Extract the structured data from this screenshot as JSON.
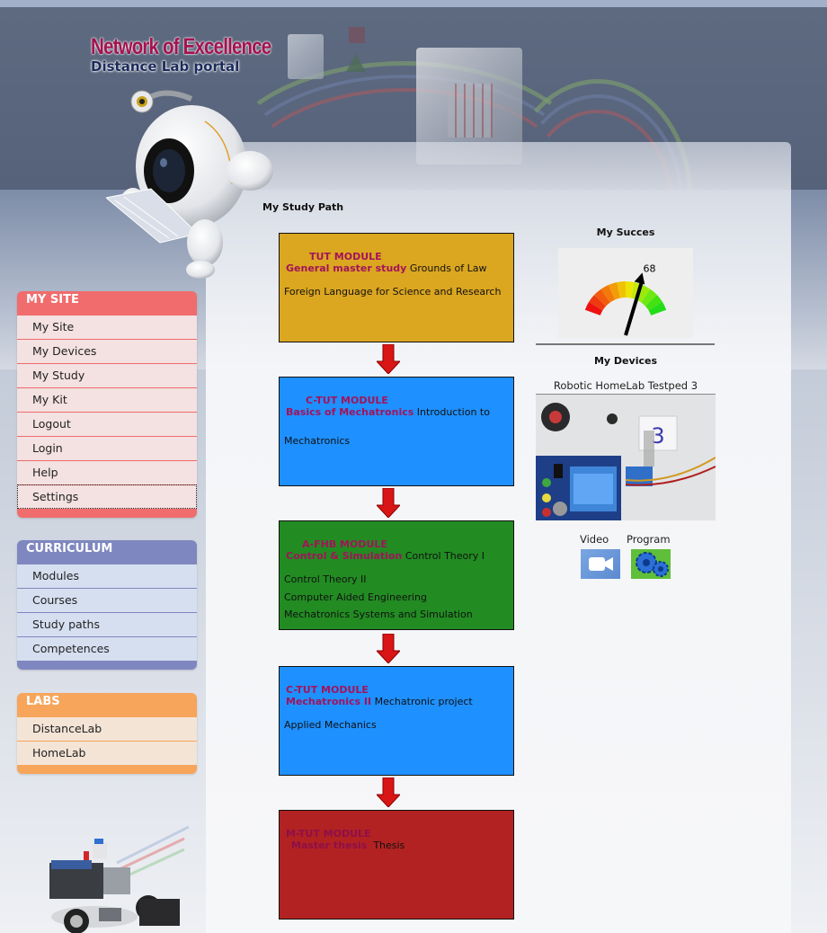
{
  "header": {
    "logo_line1": "Network of Excellence",
    "logo_line2": "Distance Lab portal"
  },
  "page": {
    "title": "My Study Path"
  },
  "sidebar": {
    "mysite": {
      "heading": "MY SITE",
      "color": "#f16c6c",
      "items": [
        {
          "label": "My Site"
        },
        {
          "label": "My Devices"
        },
        {
          "label": "My Study"
        },
        {
          "label": "My Kit"
        },
        {
          "label": "Logout"
        },
        {
          "label": "Login"
        },
        {
          "label": "Help"
        },
        {
          "label": "Settings",
          "focused": true
        }
      ]
    },
    "curriculum": {
      "heading": "CURRICULUM",
      "color": "#7f87c0",
      "items": [
        {
          "label": "Modules"
        },
        {
          "label": "Courses"
        },
        {
          "label": "Study paths"
        },
        {
          "label": "Competences"
        }
      ]
    },
    "labs": {
      "heading": "LABS",
      "color": "#f7a55a",
      "items": [
        {
          "label": "DistanceLab"
        },
        {
          "label": "HomeLab"
        }
      ]
    }
  },
  "study_path": {
    "modules": [
      {
        "type": "TUT MODULE",
        "name": "General master study",
        "first_course": "Grounds of Law",
        "courses": [
          "Foreign Language for Science and Research"
        ],
        "color": "#dba620"
      },
      {
        "type": "C-TUT MODULE",
        "name": "Basics of Mechatronics",
        "first_course": "Introduction to",
        "courses": [
          "Mechatronics"
        ],
        "color": "#1e90ff"
      },
      {
        "type": "A-FHB MODULE",
        "name": "Control & Simulation",
        "first_course": "Control Theory I",
        "courses": [
          "Control Theory II",
          "Computer Aided Engineering",
          "Mechatronics Systems and Simulation"
        ],
        "color": "#228b22"
      },
      {
        "type": "C-TUT MODULE",
        "name": "Mechatronics II",
        "first_course": "Mechatronic project",
        "courses": [
          "Applied Mechanics"
        ],
        "color": "#1e90ff"
      },
      {
        "type": "M-TUT MODULE",
        "name": "Master thesis",
        "first_course": "Thesis",
        "courses": [],
        "color": "#b22222"
      }
    ]
  },
  "success": {
    "title": "My Succes",
    "value": 68,
    "min": 0,
    "max": 100
  },
  "devices": {
    "title": "My Devices",
    "device_name": "Robotic HomeLab Testped 3",
    "photo_number": "3",
    "video_label": "Video",
    "program_label": "Program",
    "video_icon": "video-camera-icon",
    "program_icon": "gears-icon"
  }
}
